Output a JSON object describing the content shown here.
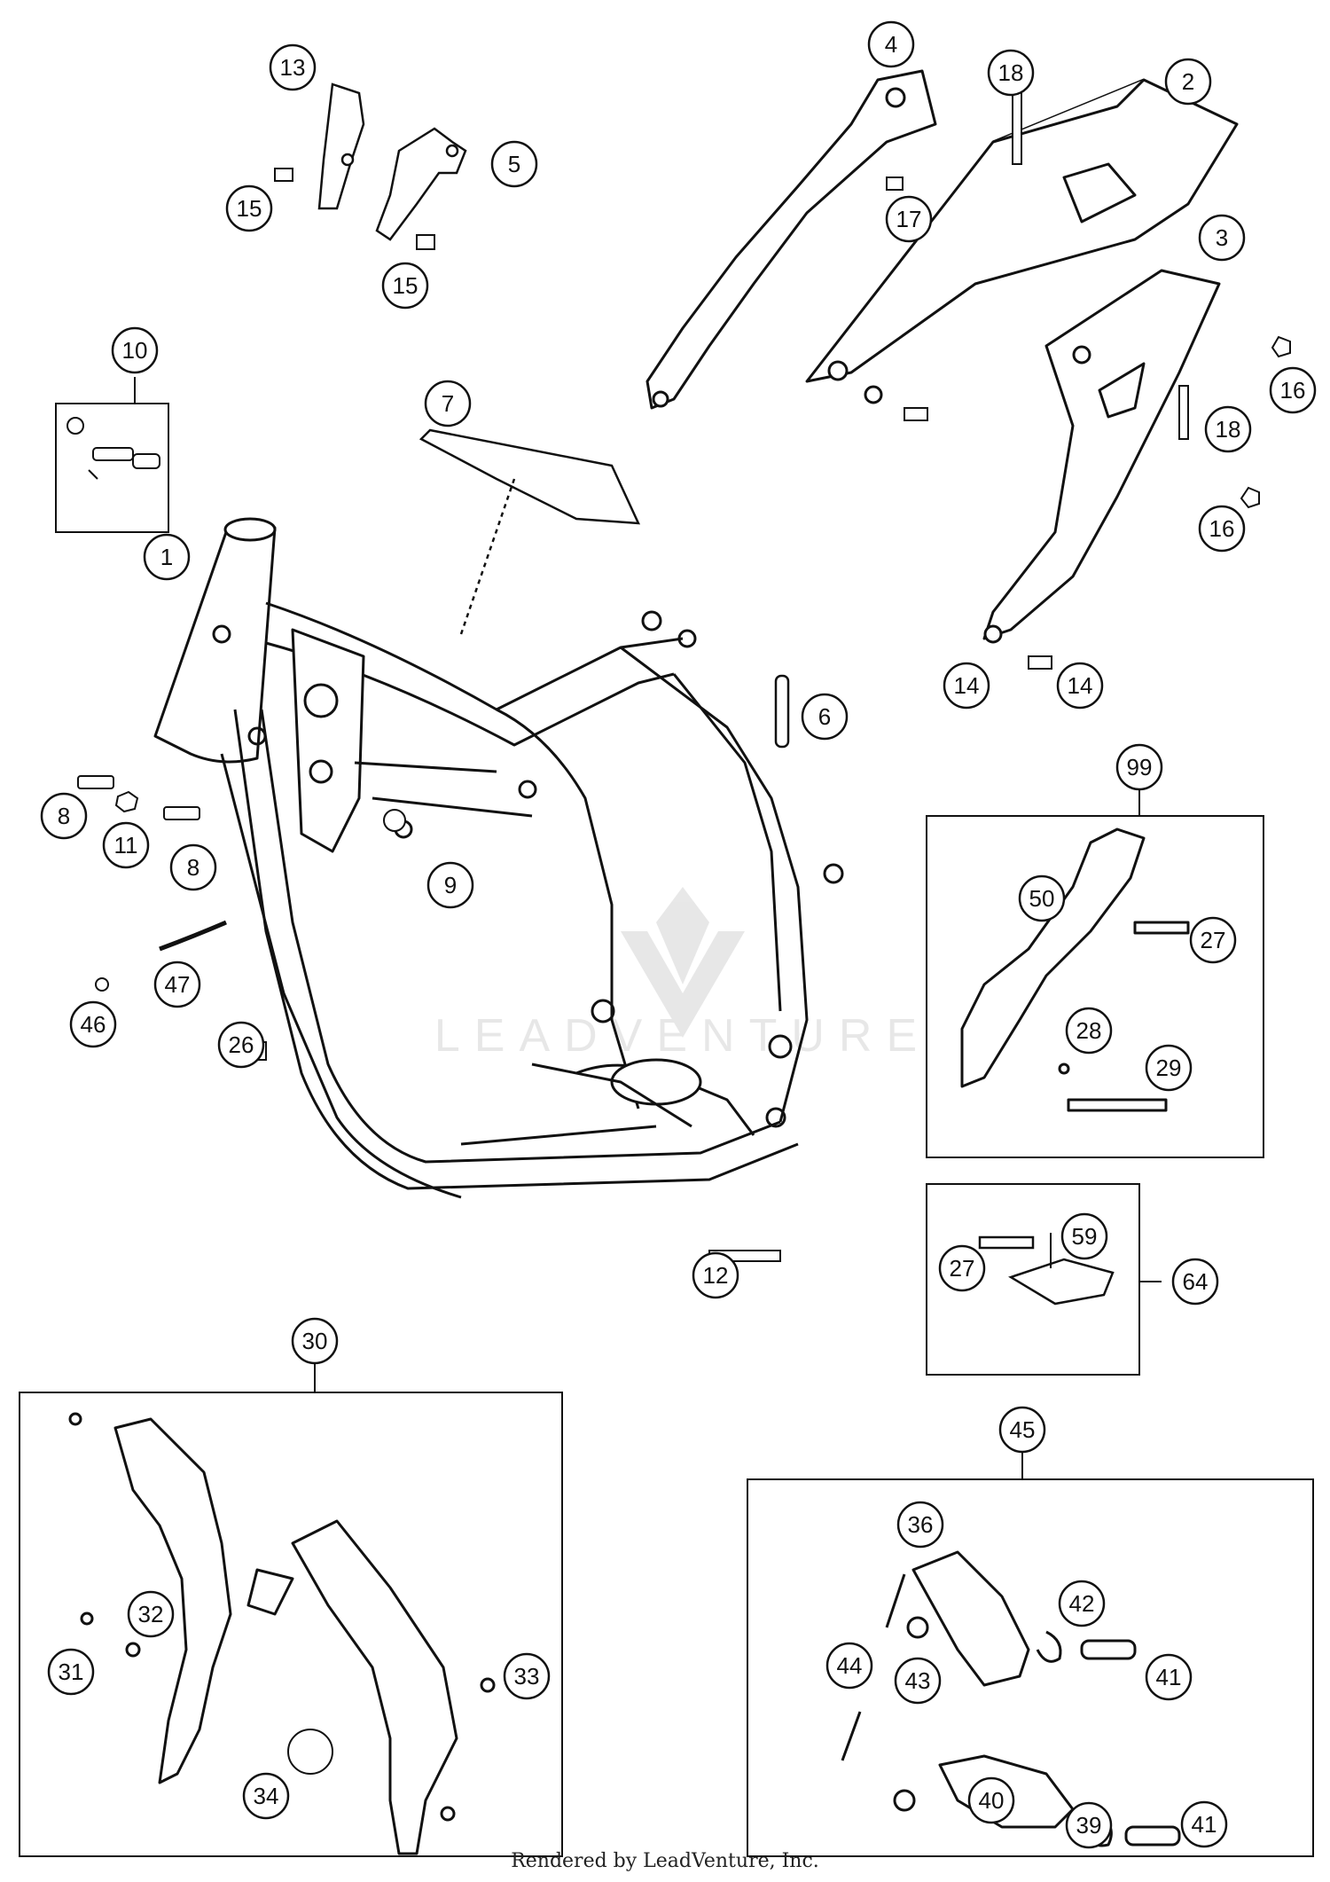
{
  "diagram": {
    "callouts": [
      "1",
      "2",
      "3",
      "4",
      "5",
      "6",
      "7",
      "8",
      "8",
      "9",
      "10",
      "11",
      "12",
      "13",
      "14",
      "14",
      "15",
      "15",
      "16",
      "16",
      "17",
      "18",
      "18",
      "26",
      "27",
      "27",
      "28",
      "29",
      "30",
      "31",
      "32",
      "33",
      "34",
      "36",
      "39",
      "40",
      "41",
      "41",
      "42",
      "43",
      "44",
      "45",
      "46",
      "47",
      "50",
      "59",
      "64",
      "99"
    ],
    "watermark": "LEADVENTURE"
  },
  "footer": {
    "text": "Rendered by LeadVenture, Inc."
  }
}
